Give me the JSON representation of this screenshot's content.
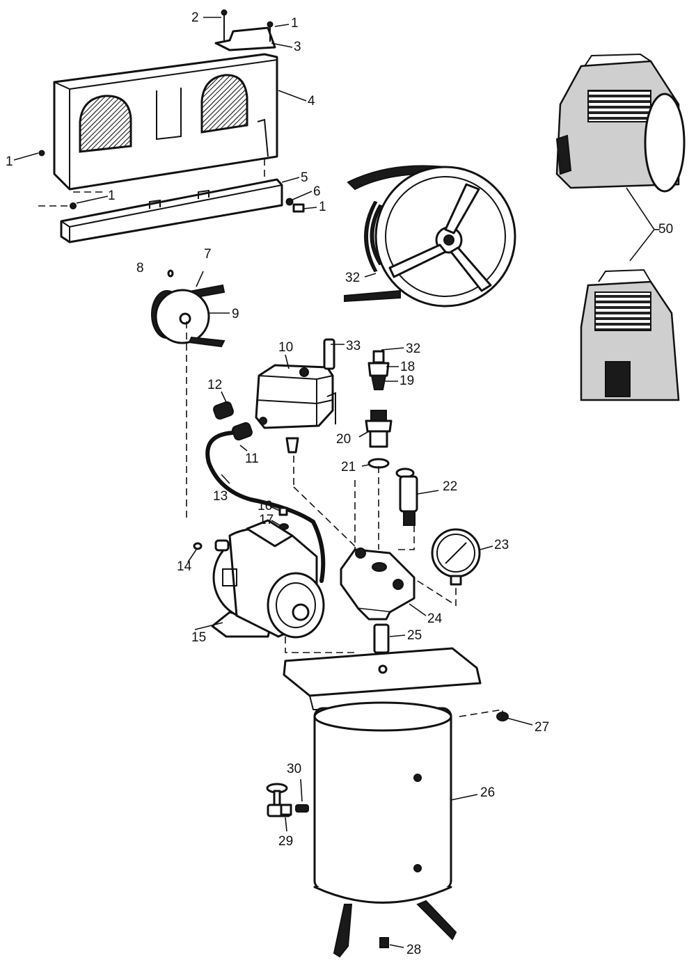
{
  "callouts": {
    "c1a": "1",
    "c1b": "1",
    "c1c": "1",
    "c1d": "1",
    "c2": "2",
    "c3": "3",
    "c4": "4",
    "c5": "5",
    "c6": "6",
    "c7": "7",
    "c8": "8",
    "c9": "9",
    "c10": "10",
    "c11": "11",
    "c12": "12",
    "c13": "13",
    "c14": "14",
    "c15": "15",
    "c16": "16",
    "c17": "17",
    "c18": "18",
    "c19": "19",
    "c20": "20",
    "c21": "21",
    "c22": "22",
    "c23": "23",
    "c24": "24",
    "c25": "25",
    "c26": "26",
    "c27": "27",
    "c28": "28",
    "c29": "29",
    "c30": "30",
    "c32a": "32",
    "c32b": "32",
    "c33": "33",
    "c50": "50"
  },
  "colors": {
    "ink": "#111111",
    "paper": "#ffffff"
  }
}
